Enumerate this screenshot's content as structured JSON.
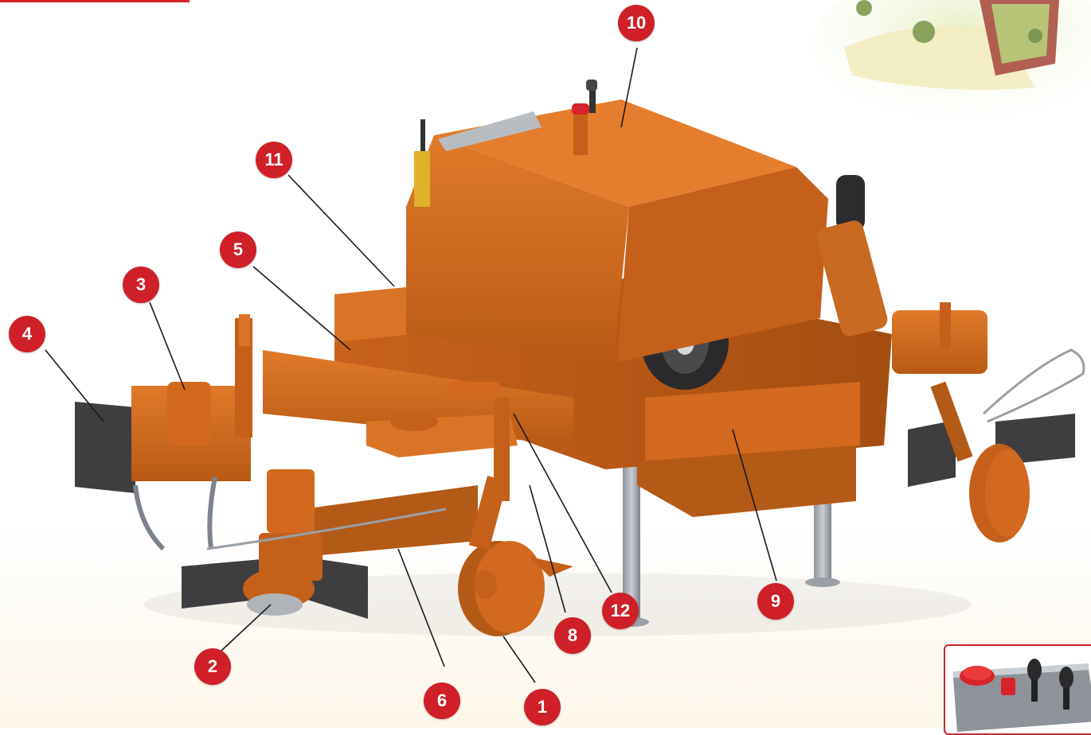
{
  "callouts": [
    {
      "id": "c1",
      "label": "1"
    },
    {
      "id": "c2",
      "label": "2"
    },
    {
      "id": "c3",
      "label": "3"
    },
    {
      "id": "c4",
      "label": "4"
    },
    {
      "id": "c5",
      "label": "5"
    },
    {
      "id": "c6",
      "label": "6"
    },
    {
      "id": "c8",
      "label": "8"
    },
    {
      "id": "c9",
      "label": "9"
    },
    {
      "id": "c10",
      "label": "10"
    },
    {
      "id": "c11",
      "label": "11"
    },
    {
      "id": "c12",
      "label": "12"
    }
  ],
  "colors": {
    "accent": "#cf2027",
    "machine_orange": "#d2691e",
    "machine_dark": "#a84f12",
    "steel": "#9aa0a6"
  },
  "icons": [
    "emergency-stop-icon",
    "joystick-icon",
    "toggle-switch-icon"
  ]
}
